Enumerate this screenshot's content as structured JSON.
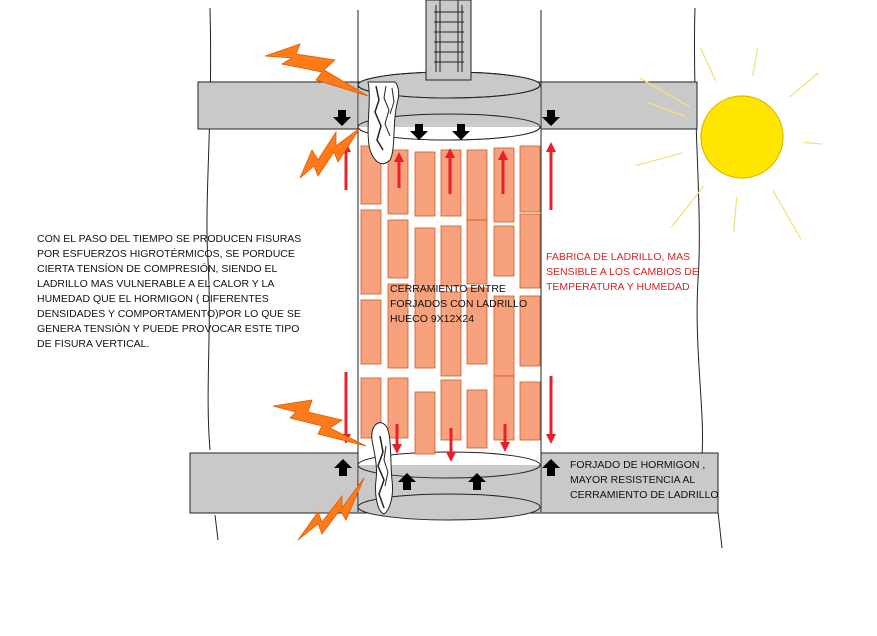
{
  "notes": {
    "left_text": "CON EL PASO DEL TIEMPO SE PRODUCEN FISURAS\nPOR ESFUERZOS HIGROTÉRMICOS, SE PORDUCE\nCIERTA TENSÍON DE COMPRESIÓN, SIENDO EL\nLADRILLO MAS VULNERABLE A EL CALOR Y LA\nHUMEDAD QUE EL HORMIGON ( DIFERENTES\nDENSIDADES Y COMPORTAMENTO)POR LO QUE SE\nGENERA TENSIÓN Y PUEDE PROVOCAR ESTE TIPO\nDE FISURA VERTICAL.",
    "center_text": "CERRAMIENTO ENTRE\nFORJADOS CON LADRILLO\nHUECO 9X12X24",
    "right_red_text": "FABRICA DE LADRILLO, MAS\nSENSIBLE A LOS CAMBIOS DE\nTEMPERATURA Y HUMEDAD",
    "bottom_right_text": "FORJADO DE HORMIGON ,\nMAYOR RESISTENCIA AL\nCERRAMIENTO DE LADRILLO"
  },
  "colors": {
    "slab": "#c9c9c9",
    "brick": "#f7a27c",
    "brick_stroke": "#cc5a2c",
    "red_arrow": "#e8202a",
    "black_arrow": "#000000",
    "sun": "#ffe600",
    "sun_stroke": "#e0b800",
    "sun_rays": "#f2e27a",
    "lightning": "#ff7a18"
  },
  "icons": {
    "sun": "sun-icon",
    "lightning": "lightning-bolt-icon",
    "compression_arrow": "arrow-icon"
  }
}
